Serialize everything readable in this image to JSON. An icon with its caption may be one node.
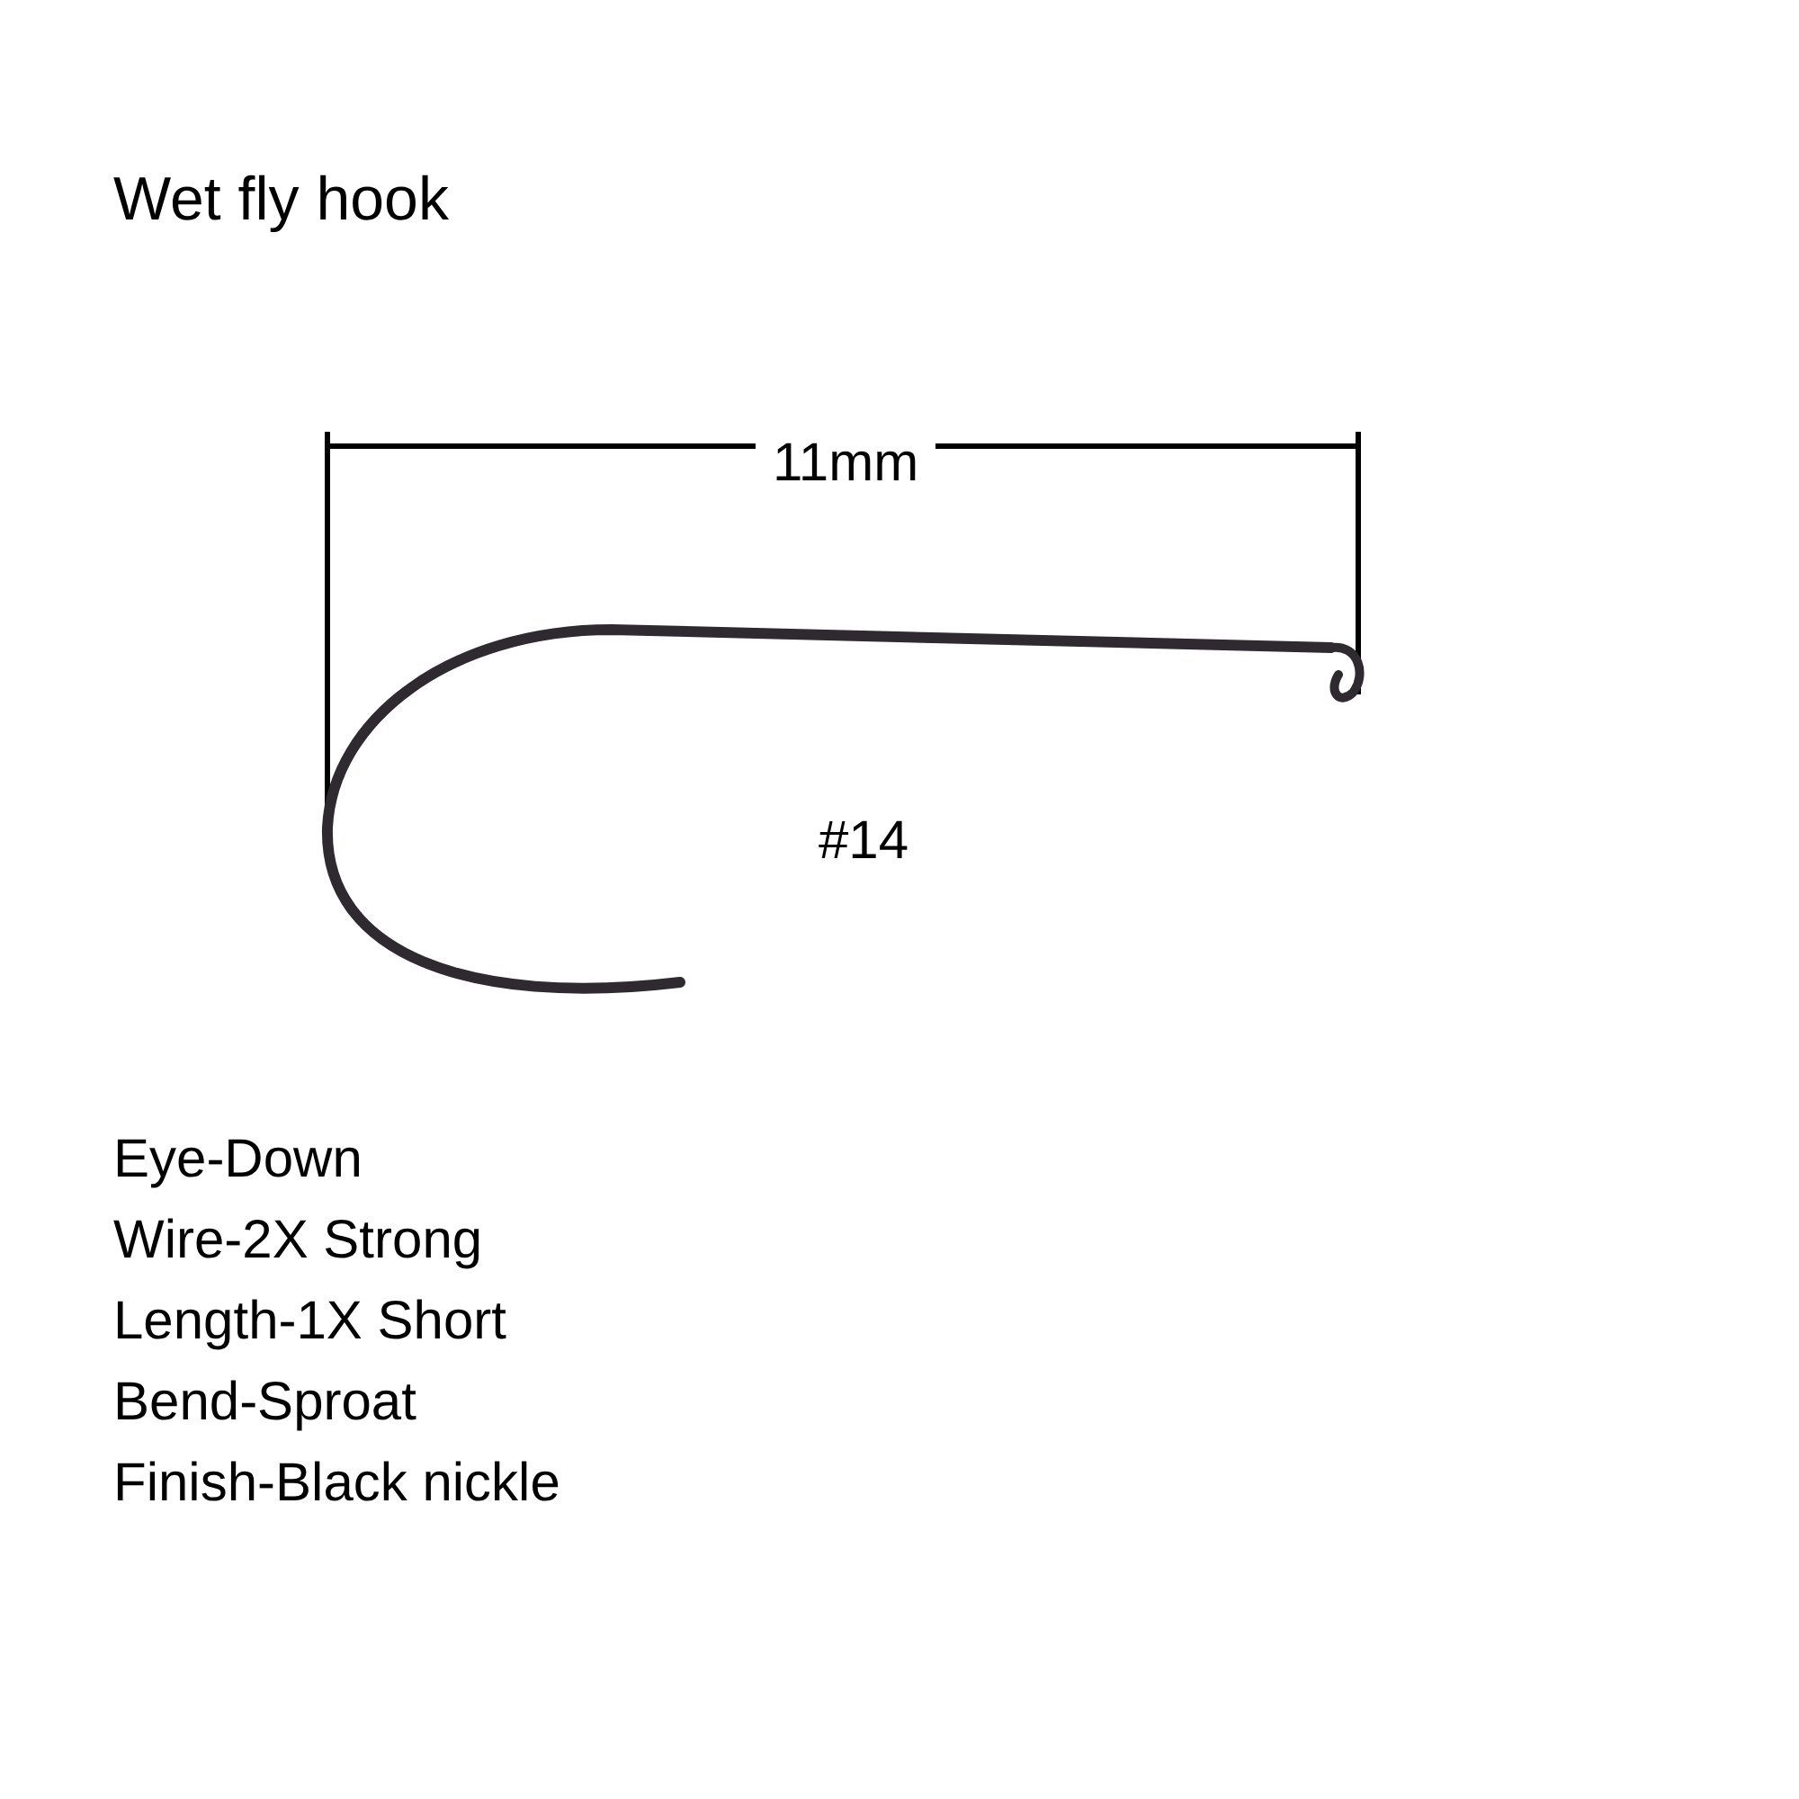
{
  "diagram": {
    "title": "Wet fly hook",
    "labels": [
      "11mm",
      "#14",
      "Eye-Down",
      "Wire-2X Strong",
      "Length-1X Short",
      "Bend-Sproat",
      "Finish-Black nickle"
    ]
  }
}
